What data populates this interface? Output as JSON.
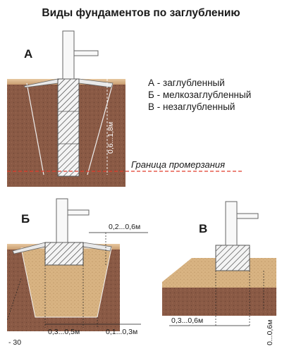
{
  "title": "Виды фундаментов по заглублению",
  "legend": [
    {
      "key": "А",
      "sep": " - ",
      "text": "заглубленный"
    },
    {
      "key": "Б",
      "sep": " - ",
      "text": "мелкозаглубленный"
    },
    {
      "key": "В",
      "sep": " - ",
      "text": "незаглубленный"
    }
  ],
  "diagrams": {
    "a": {
      "label": "А",
      "depth_label": "0,6...1,8м",
      "frost_label": "Граница промерзания"
    },
    "b": {
      "label": "Б",
      "depth_label": "0,2...0,6м",
      "width_label": "0,3...0,5м",
      "pad_label": "0,1...0,3м",
      "angle_label": "- 30"
    },
    "v": {
      "label": "В",
      "width_label": "0,3...0,6м",
      "depth_label": "0...0,6м"
    }
  },
  "colors": {
    "soil": "#8a5a45",
    "sand": "#d8b382",
    "grass": "#e3c29a",
    "frost_line": "#e03a2a",
    "concrete": "#f2f2f2"
  }
}
